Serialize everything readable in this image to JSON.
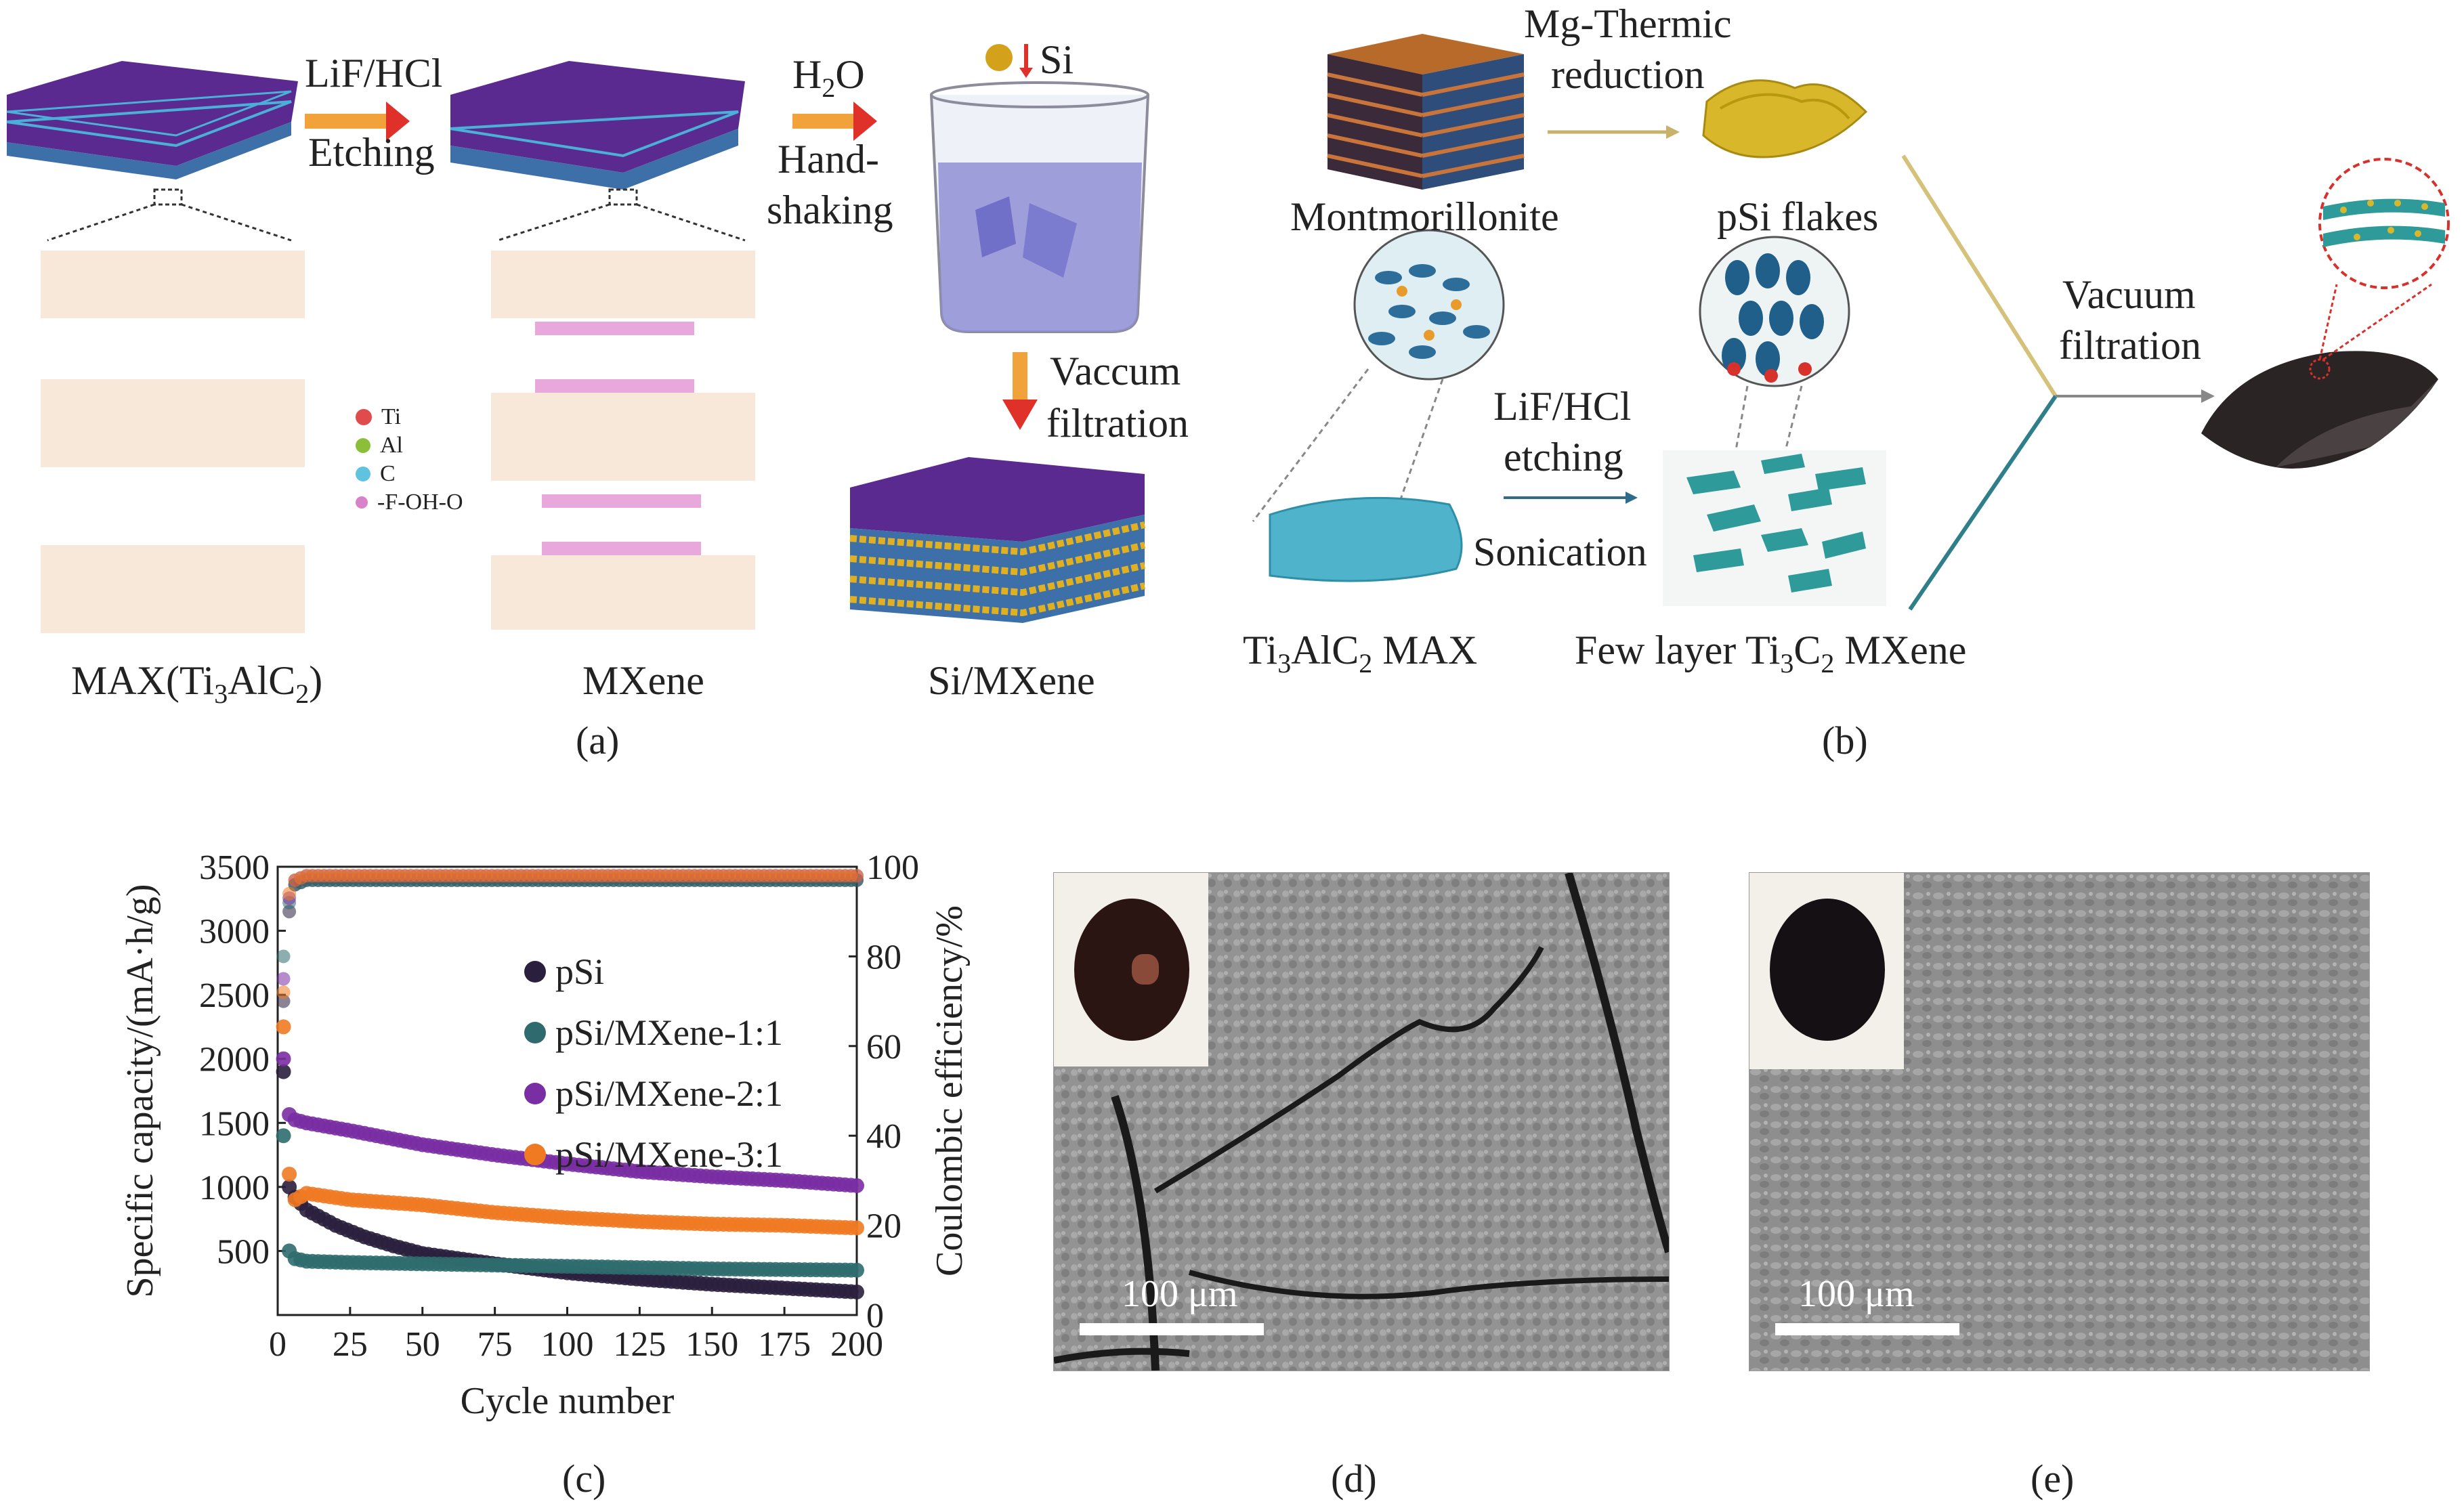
{
  "panel_a": {
    "label": "(a)",
    "step1_top": "LiF/HCl",
    "step1_bottom": "Etching",
    "step2_top": "H2O",
    "step2_bottom_1": "Hand-",
    "step2_bottom_2": "shaking",
    "si_label": "Si",
    "step3_1": "Vaccum",
    "step3_2": "filtration",
    "max_label": "MAX(Ti3AlC2)",
    "mxene_label": "MXene",
    "product_label": "Si/MXene",
    "legend": [
      {
        "symbol": "Ti",
        "color": "#e04b4b"
      },
      {
        "symbol": "Al",
        "color": "#8bbf3a"
      },
      {
        "symbol": "C",
        "color": "#5fc3e0"
      },
      {
        "symbol": "-F-OH-O",
        "color": "#d883c9"
      }
    ]
  },
  "panel_b": {
    "label": "(b)",
    "mg_1": "Mg-Thermic",
    "mg_2": "reduction",
    "montmorillonite": "Montmorillonite",
    "psi_flakes": "pSi flakes",
    "lif_1": "LiF/HCl",
    "lif_2": "etching",
    "sonication": "Sonication",
    "ti3alc2": "Ti3AlC2 MAX",
    "few_layer": "Few layer Ti3C2 MXene",
    "vac_1": "Vacuum",
    "vac_2": "filtration"
  },
  "panel_c": {
    "label": "(c)"
  },
  "panel_d": {
    "label": "(d)",
    "scale": "100 μm"
  },
  "panel_e": {
    "label": "(e)",
    "scale": "100 μm"
  },
  "chart_data": {
    "type": "scatter",
    "xlabel": "Cycle number",
    "ylabel": "Specific capacity/(mA·h/g)",
    "y2label": "Coulombic efficiency/%",
    "xlim": [
      0,
      200
    ],
    "ylim": [
      0,
      3500
    ],
    "y2lim": [
      0,
      100
    ],
    "xticks": [
      0,
      25,
      50,
      75,
      100,
      125,
      150,
      175,
      200
    ],
    "yticks": [
      500,
      1000,
      1500,
      2000,
      2500,
      3000,
      3500
    ],
    "y2ticks": [
      0,
      20,
      40,
      60,
      80,
      100
    ],
    "legend_position": "center-right",
    "series": [
      {
        "name": "pSi",
        "color": "#2a1f3d",
        "capacity": [
          [
            2,
            1900
          ],
          [
            3,
            1200
          ],
          [
            4,
            1000
          ],
          [
            6,
            920
          ],
          [
            10,
            820
          ],
          [
            20,
            700
          ],
          [
            30,
            610
          ],
          [
            40,
            540
          ],
          [
            50,
            480
          ],
          [
            75,
            400
          ],
          [
            100,
            330
          ],
          [
            125,
            280
          ],
          [
            150,
            240
          ],
          [
            175,
            210
          ],
          [
            200,
            180
          ]
        ],
        "efficiency": [
          [
            2,
            70
          ],
          [
            4,
            90
          ],
          [
            6,
            96
          ],
          [
            10,
            97
          ],
          [
            50,
            97
          ],
          [
            100,
            97
          ],
          [
            150,
            97
          ],
          [
            200,
            97
          ]
        ]
      },
      {
        "name": "pSi/MXene-1:1",
        "color": "#2f6b6e",
        "capacity": [
          [
            2,
            1400
          ],
          [
            3,
            600
          ],
          [
            4,
            500
          ],
          [
            6,
            440
          ],
          [
            10,
            420
          ],
          [
            25,
            410
          ],
          [
            50,
            400
          ],
          [
            75,
            390
          ],
          [
            100,
            380
          ],
          [
            125,
            370
          ],
          [
            150,
            360
          ],
          [
            175,
            355
          ],
          [
            200,
            350
          ]
        ],
        "efficiency": [
          [
            2,
            80
          ],
          [
            4,
            92
          ],
          [
            6,
            96
          ],
          [
            10,
            97
          ],
          [
            50,
            97
          ],
          [
            100,
            97
          ],
          [
            150,
            97
          ],
          [
            200,
            97
          ]
        ]
      },
      {
        "name": "pSi/MXene-2:1",
        "color": "#7a2ea3",
        "capacity": [
          [
            2,
            2000
          ],
          [
            3,
            1600
          ],
          [
            5,
            1530
          ],
          [
            10,
            1500
          ],
          [
            25,
            1440
          ],
          [
            50,
            1330
          ],
          [
            75,
            1250
          ],
          [
            100,
            1180
          ],
          [
            125,
            1120
          ],
          [
            150,
            1080
          ],
          [
            175,
            1050
          ],
          [
            200,
            1010
          ]
        ],
        "efficiency": [
          [
            2,
            75
          ],
          [
            4,
            93
          ],
          [
            6,
            97
          ],
          [
            10,
            98
          ],
          [
            50,
            98
          ],
          [
            100,
            98
          ],
          [
            150,
            98
          ],
          [
            200,
            98
          ]
        ]
      },
      {
        "name": "pSi/MXene-3:1",
        "color": "#f07a22",
        "capacity": [
          [
            2,
            2250
          ],
          [
            3,
            1600
          ],
          [
            4,
            1100
          ],
          [
            6,
            900
          ],
          [
            10,
            950
          ],
          [
            25,
            900
          ],
          [
            50,
            860
          ],
          [
            75,
            800
          ],
          [
            100,
            760
          ],
          [
            125,
            730
          ],
          [
            150,
            710
          ],
          [
            175,
            700
          ],
          [
            200,
            680
          ]
        ],
        "efficiency": [
          [
            2,
            72
          ],
          [
            4,
            94
          ],
          [
            6,
            97
          ],
          [
            10,
            98
          ],
          [
            50,
            98
          ],
          [
            100,
            98
          ],
          [
            150,
            98
          ],
          [
            200,
            98
          ]
        ]
      }
    ]
  }
}
